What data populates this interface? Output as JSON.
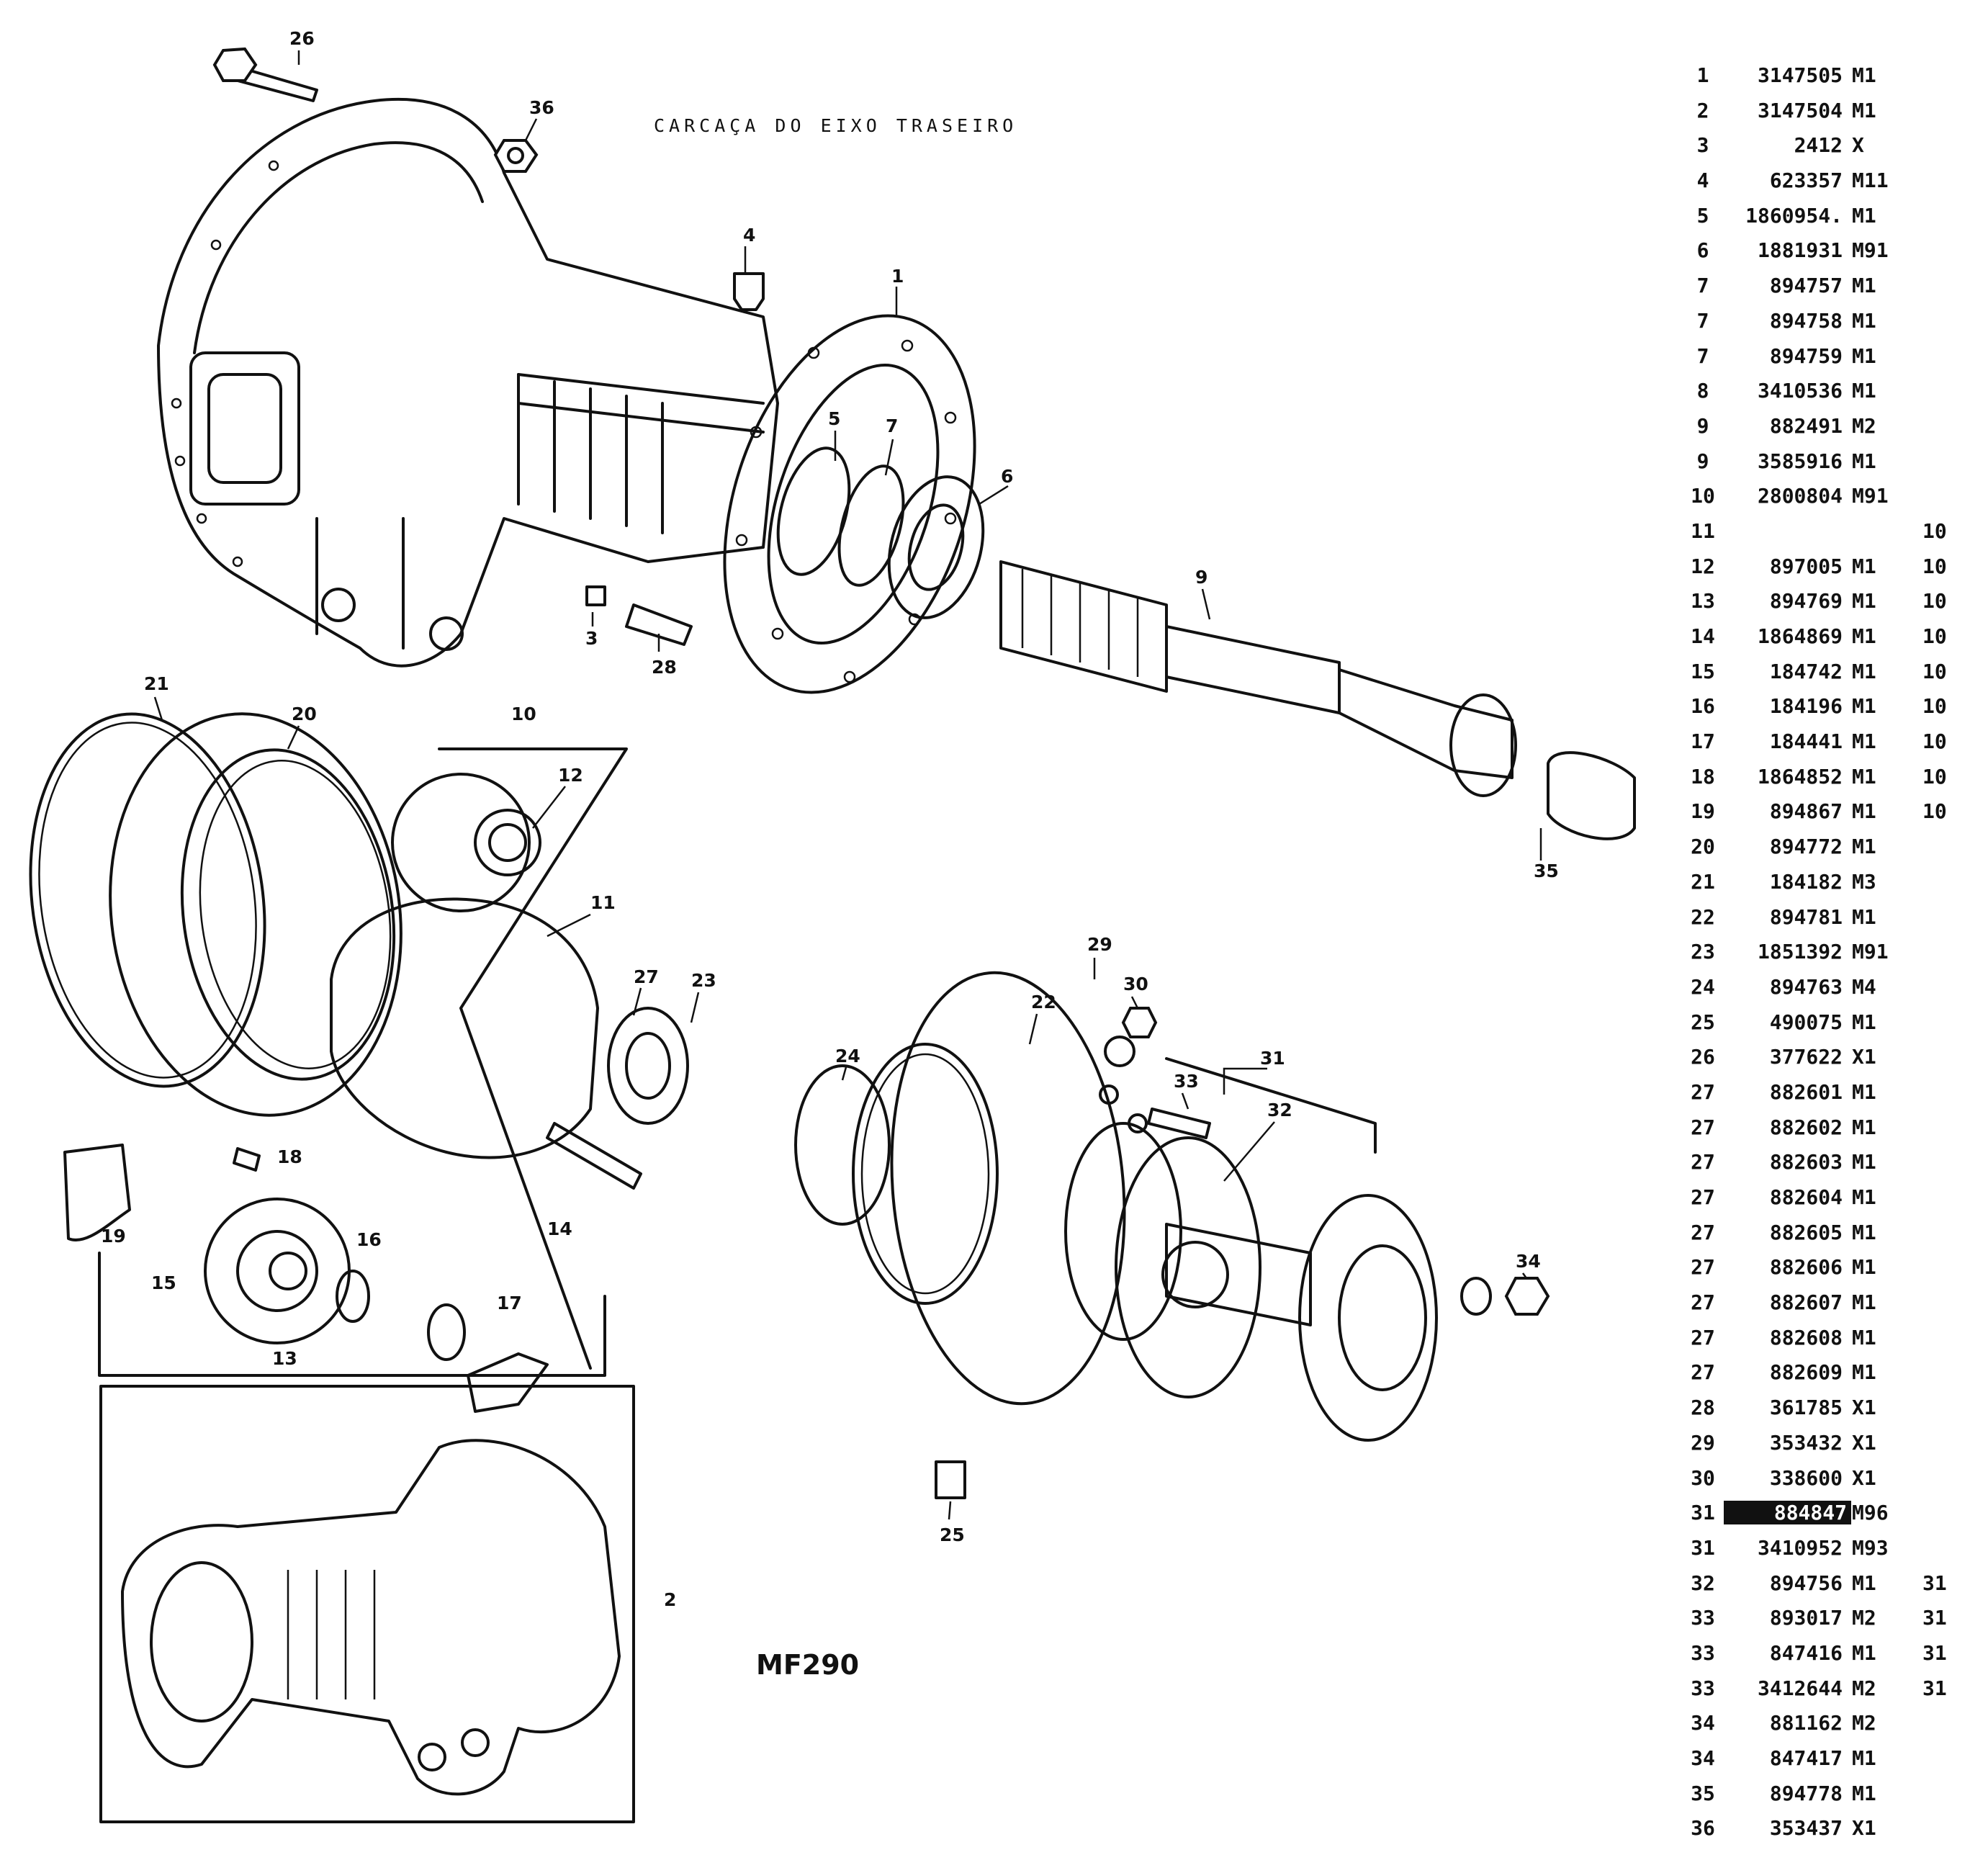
{
  "title": "CARCAÇA DO EIXO TRASEIRO",
  "model": "MF290",
  "callouts": [
    "1",
    "2",
    "3",
    "4",
    "5",
    "6",
    "7",
    "9",
    "10",
    "11",
    "12",
    "13",
    "14",
    "15",
    "16",
    "17",
    "18",
    "19",
    "20",
    "21",
    "22",
    "23",
    "24",
    "25",
    "26",
    "27",
    "28",
    "29",
    "30",
    "31",
    "32",
    "33",
    "34",
    "35",
    "36"
  ],
  "parts": [
    {
      "ref": "1",
      "part": "3147505",
      "code": "M1",
      "group": ""
    },
    {
      "ref": "2",
      "part": "3147504",
      "code": "M1",
      "group": ""
    },
    {
      "ref": "3",
      "part": "2412",
      "code": "X",
      "group": ""
    },
    {
      "ref": "4",
      "part": "623357",
      "code": "M11",
      "group": ""
    },
    {
      "ref": "5",
      "part": "1860954.",
      "code": "M1",
      "group": ""
    },
    {
      "ref": "6",
      "part": "1881931",
      "code": "M91",
      "group": ""
    },
    {
      "ref": "7",
      "part": "894757",
      "code": "M1",
      "group": ""
    },
    {
      "ref": "7",
      "part": "894758",
      "code": "M1",
      "group": ""
    },
    {
      "ref": "7",
      "part": "894759",
      "code": "M1",
      "group": ""
    },
    {
      "ref": "8",
      "part": "3410536",
      "code": "M1",
      "group": ""
    },
    {
      "ref": "9",
      "part": "882491",
      "code": "M2",
      "group": ""
    },
    {
      "ref": "9",
      "part": "3585916",
      "code": "M1",
      "group": ""
    },
    {
      "ref": "10",
      "part": "2800804",
      "code": "M91",
      "group": ""
    },
    {
      "ref": "11",
      "part": "",
      "code": "",
      "group": "10"
    },
    {
      "ref": "12",
      "part": "897005",
      "code": "M1",
      "group": "10"
    },
    {
      "ref": "13",
      "part": "894769",
      "code": "M1",
      "group": "10"
    },
    {
      "ref": "14",
      "part": "1864869",
      "code": "M1",
      "group": "10"
    },
    {
      "ref": "15",
      "part": "184742",
      "code": "M1",
      "group": "10"
    },
    {
      "ref": "16",
      "part": "184196",
      "code": "M1",
      "group": "10"
    },
    {
      "ref": "17",
      "part": "184441",
      "code": "M1",
      "group": "10"
    },
    {
      "ref": "18",
      "part": "1864852",
      "code": "M1",
      "group": "10"
    },
    {
      "ref": "19",
      "part": "894867",
      "code": "M1",
      "group": "10"
    },
    {
      "ref": "20",
      "part": "894772",
      "code": "M1",
      "group": ""
    },
    {
      "ref": "21",
      "part": "184182",
      "code": "M3",
      "group": ""
    },
    {
      "ref": "22",
      "part": "894781",
      "code": "M1",
      "group": ""
    },
    {
      "ref": "23",
      "part": "1851392",
      "code": "M91",
      "group": ""
    },
    {
      "ref": "24",
      "part": "894763",
      "code": "M4",
      "group": ""
    },
    {
      "ref": "25",
      "part": "490075",
      "code": "M1",
      "group": ""
    },
    {
      "ref": "26",
      "part": "377622",
      "code": "X1",
      "group": ""
    },
    {
      "ref": "27",
      "part": "882601",
      "code": "M1",
      "group": ""
    },
    {
      "ref": "27",
      "part": "882602",
      "code": "M1",
      "group": ""
    },
    {
      "ref": "27",
      "part": "882603",
      "code": "M1",
      "group": ""
    },
    {
      "ref": "27",
      "part": "882604",
      "code": "M1",
      "group": ""
    },
    {
      "ref": "27",
      "part": "882605",
      "code": "M1",
      "group": ""
    },
    {
      "ref": "27",
      "part": "882606",
      "code": "M1",
      "group": ""
    },
    {
      "ref": "27",
      "part": "882607",
      "code": "M1",
      "group": ""
    },
    {
      "ref": "27",
      "part": "882608",
      "code": "M1",
      "group": ""
    },
    {
      "ref": "27",
      "part": "882609",
      "code": "M1",
      "group": ""
    },
    {
      "ref": "28",
      "part": "361785",
      "code": "X1",
      "group": ""
    },
    {
      "ref": "29",
      "part": "353432",
      "code": "X1",
      "group": ""
    },
    {
      "ref": "30",
      "part": "338600",
      "code": "X1",
      "group": ""
    },
    {
      "ref": "31",
      "part": "884847",
      "code": "M96",
      "group": "",
      "highlight": true
    },
    {
      "ref": "31",
      "part": "3410952",
      "code": "M93",
      "group": ""
    },
    {
      "ref": "32",
      "part": "894756",
      "code": "M1",
      "group": "31"
    },
    {
      "ref": "33",
      "part": "893017",
      "code": "M2",
      "group": "31"
    },
    {
      "ref": "33",
      "part": "847416",
      "code": "M1",
      "group": "31"
    },
    {
      "ref": "33",
      "part": "3412644",
      "code": "M2",
      "group": "31"
    },
    {
      "ref": "34",
      "part": "881162",
      "code": "M2",
      "group": ""
    },
    {
      "ref": "34",
      "part": "847417",
      "code": "M1",
      "group": ""
    },
    {
      "ref": "35",
      "part": "894778",
      "code": "M1",
      "group": ""
    },
    {
      "ref": "36",
      "part": "353437",
      "code": "X1",
      "group": ""
    }
  ]
}
